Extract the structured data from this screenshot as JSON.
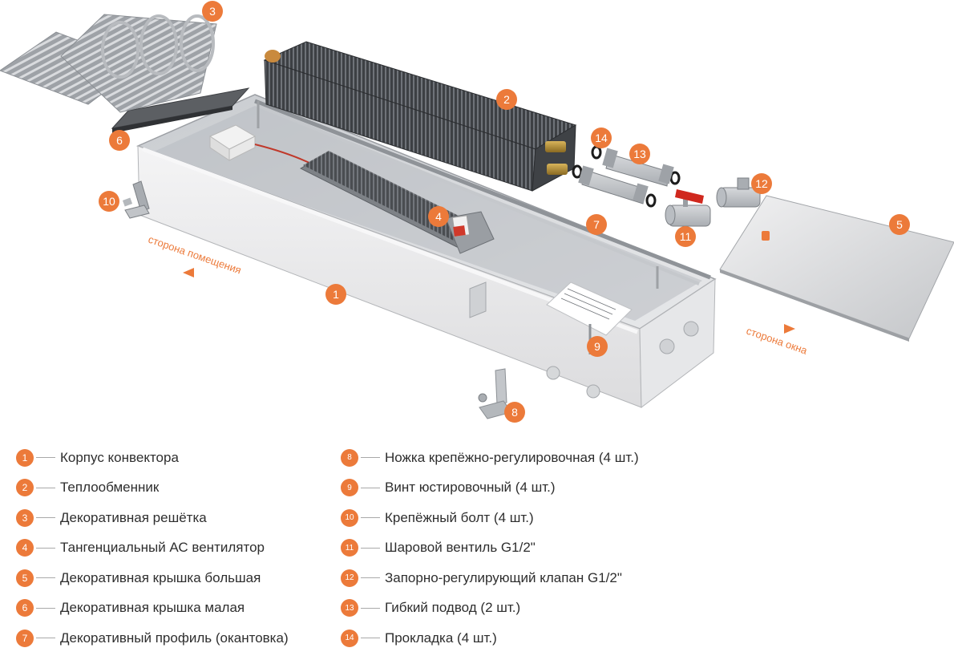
{
  "side_labels": {
    "room": "сторона помещения",
    "window": "сторона окна"
  },
  "parts": [
    {
      "num": "1",
      "label": "Корпус конвектора"
    },
    {
      "num": "2",
      "label": "Теплообменник"
    },
    {
      "num": "3",
      "label": "Декоративная решётка"
    },
    {
      "num": "4",
      "label": "Тангенциальный АС вентилятор"
    },
    {
      "num": "5",
      "label": "Декоративная крышка большая"
    },
    {
      "num": "6",
      "label": "Декоративная крышка малая"
    },
    {
      "num": "7",
      "label": "Декоративный профиль (окантовка)"
    },
    {
      "num": "8",
      "label": "Ножка крепёжно-регулировочная (4 шт.)"
    },
    {
      "num": "9",
      "label": "Винт юстировочный (4 шт.)"
    },
    {
      "num": "10",
      "label": "Крепёжный болт (4 шт.)"
    },
    {
      "num": "11",
      "label": "Шаровой вентиль G1/2\""
    },
    {
      "num": "12",
      "label": "Запорно-регулирующий клапан G1/2\""
    },
    {
      "num": "13",
      "label": "Гибкий подвод (2 шт.)"
    },
    {
      "num": "14",
      "label": "Прокладка (4 шт.)"
    }
  ],
  "accent_color": "#ec7a3a"
}
